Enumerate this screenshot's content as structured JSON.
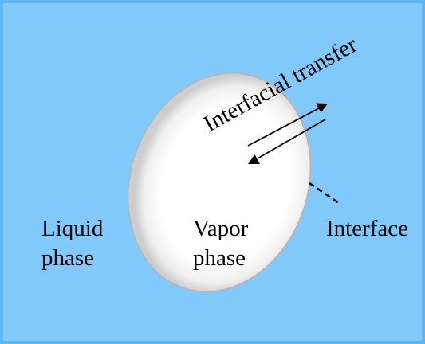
{
  "diagram": {
    "liquid_label": {
      "line1": "Liquid",
      "line2": "phase"
    },
    "vapor_label": {
      "line1": "Vapor",
      "line2": "phase"
    },
    "interface_label": "Interface",
    "transfer_label": "Interfacial transfer"
  },
  "colors": {
    "liquid": "#82c9fb",
    "frame": "#5fb6f2",
    "bubble_center": "#ffffff",
    "bubble_edge": "#c8c8c8",
    "bubble_outline": "#b4b4b4",
    "arrows": "#000000"
  }
}
